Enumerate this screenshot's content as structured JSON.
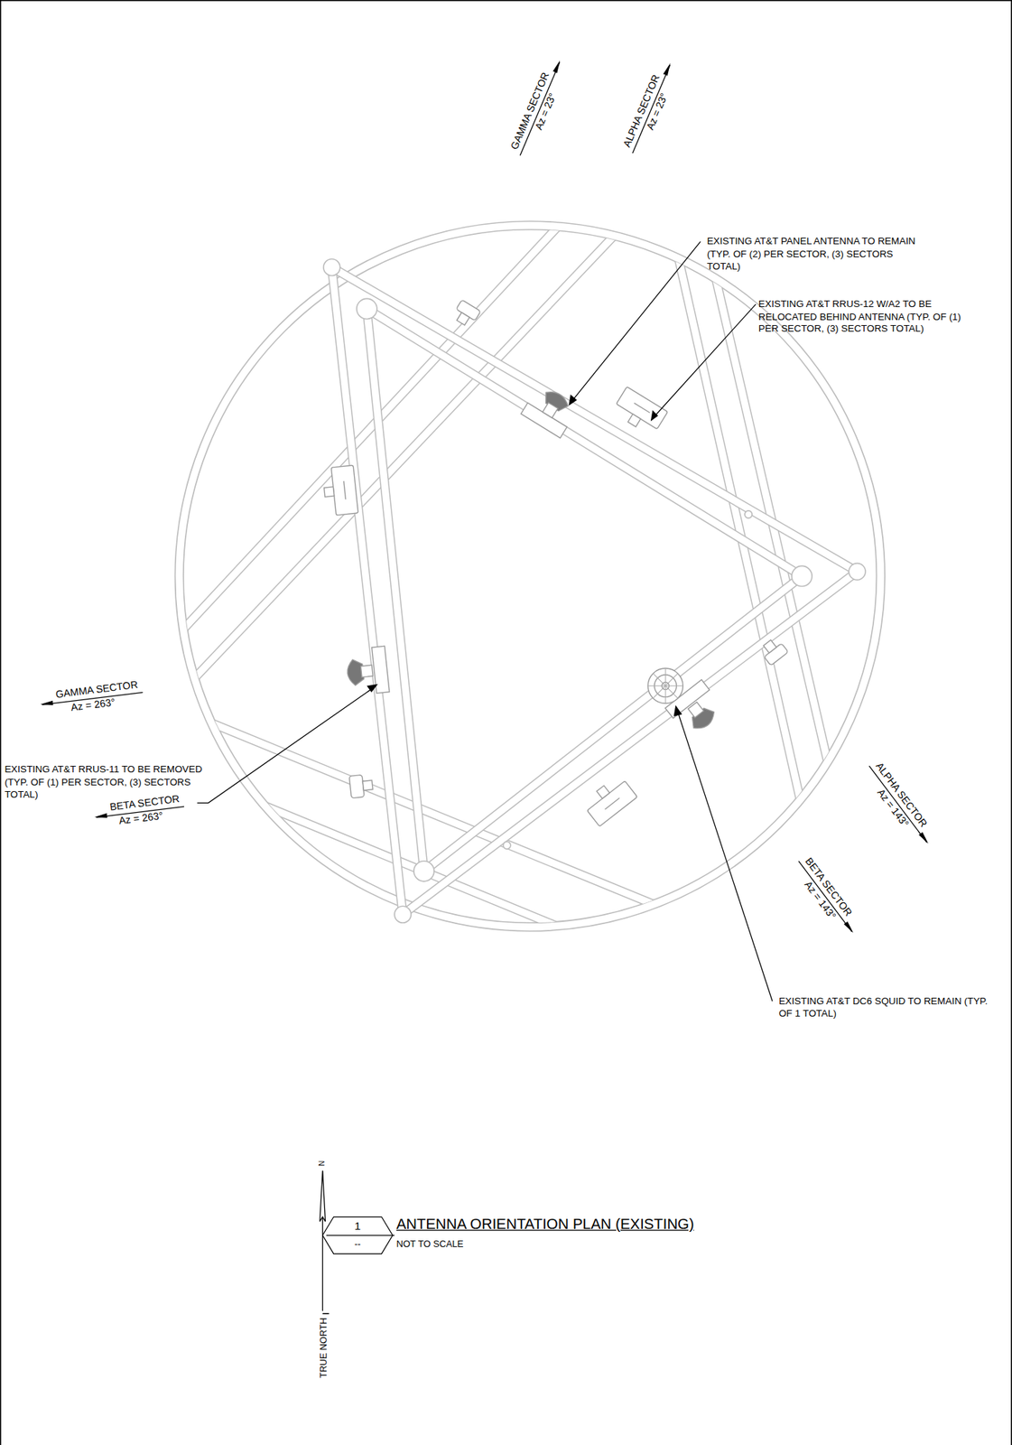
{
  "diagram": {
    "title": "ANTENNA ORIENTATION PLAN (EXISTING)",
    "caption": "NOT TO SCALE",
    "nodes": [
      {
        "text": [
          "1",
          "--"
        ]
      }
    ],
    "labels": [
      "GAMMA SECTOR",
      "Az = 23°",
      "ALPHA SECTOR",
      "Az = 23°",
      "EXISTING AT&T PANEL ANTENNA TO REMAIN (TYP. OF (2) PER SECTOR, (3) SECTORS TOTAL)",
      "EXISTING AT&T RRUS-12 W/A2 TO BE RELOCATED BEHIND ANTENNA (TYP. OF (1) PER SECTOR, (3) SECTORS TOTAL)",
      "GAMMA SECTOR",
      "Az = 263°",
      "EXISTING AT&T RRUS-11 TO BE REMOVED (TYP. OF (1) PER SECTOR, (3) SECTORS TOTAL)",
      "BETA SECTOR",
      "Az = 263°",
      "ALPHA SECTOR",
      "Az = 143°",
      "BETA SECTOR",
      "Az = 143°",
      "EXISTING AT&T DC6 SQUID TO REMAIN (TYP. OF 1 TOTAL)",
      "N",
      "TRUE NORTH"
    ]
  }
}
